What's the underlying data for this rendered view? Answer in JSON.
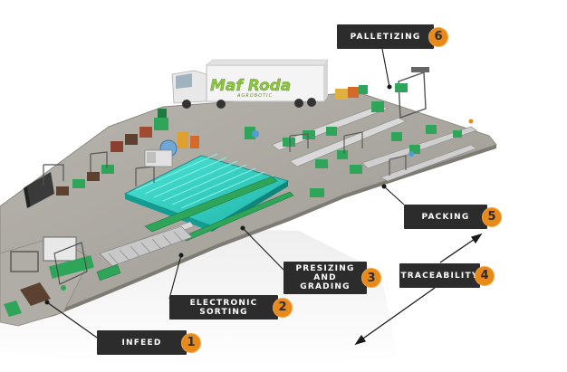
{
  "truck": {
    "brand_text": "Maf Roda",
    "sub_text": "AGROBOTIC"
  },
  "labels": [
    {
      "id": "palletizing",
      "text": "PALLETIZING",
      "number": "6"
    },
    {
      "id": "packing",
      "text": "PACKING",
      "number": "5"
    },
    {
      "id": "presizing",
      "text": "PRESIZING\nAND\nGRADING",
      "number": "3"
    },
    {
      "id": "traceability",
      "text": "TRACEABILITY",
      "number": "4"
    },
    {
      "id": "electronic",
      "text": "ELECTRONIC\nSORTING",
      "number": "2"
    },
    {
      "id": "infeed",
      "text": "INFEED",
      "number": "1"
    }
  ],
  "colors": {
    "label_bg": "#2c2c2c",
    "badge": "#e8891c",
    "floor": "#a6a39b",
    "conveyor_green": "#2fa55a",
    "sorting_cyan": "#2fd3c6",
    "truck_green": "#8cc63f"
  }
}
